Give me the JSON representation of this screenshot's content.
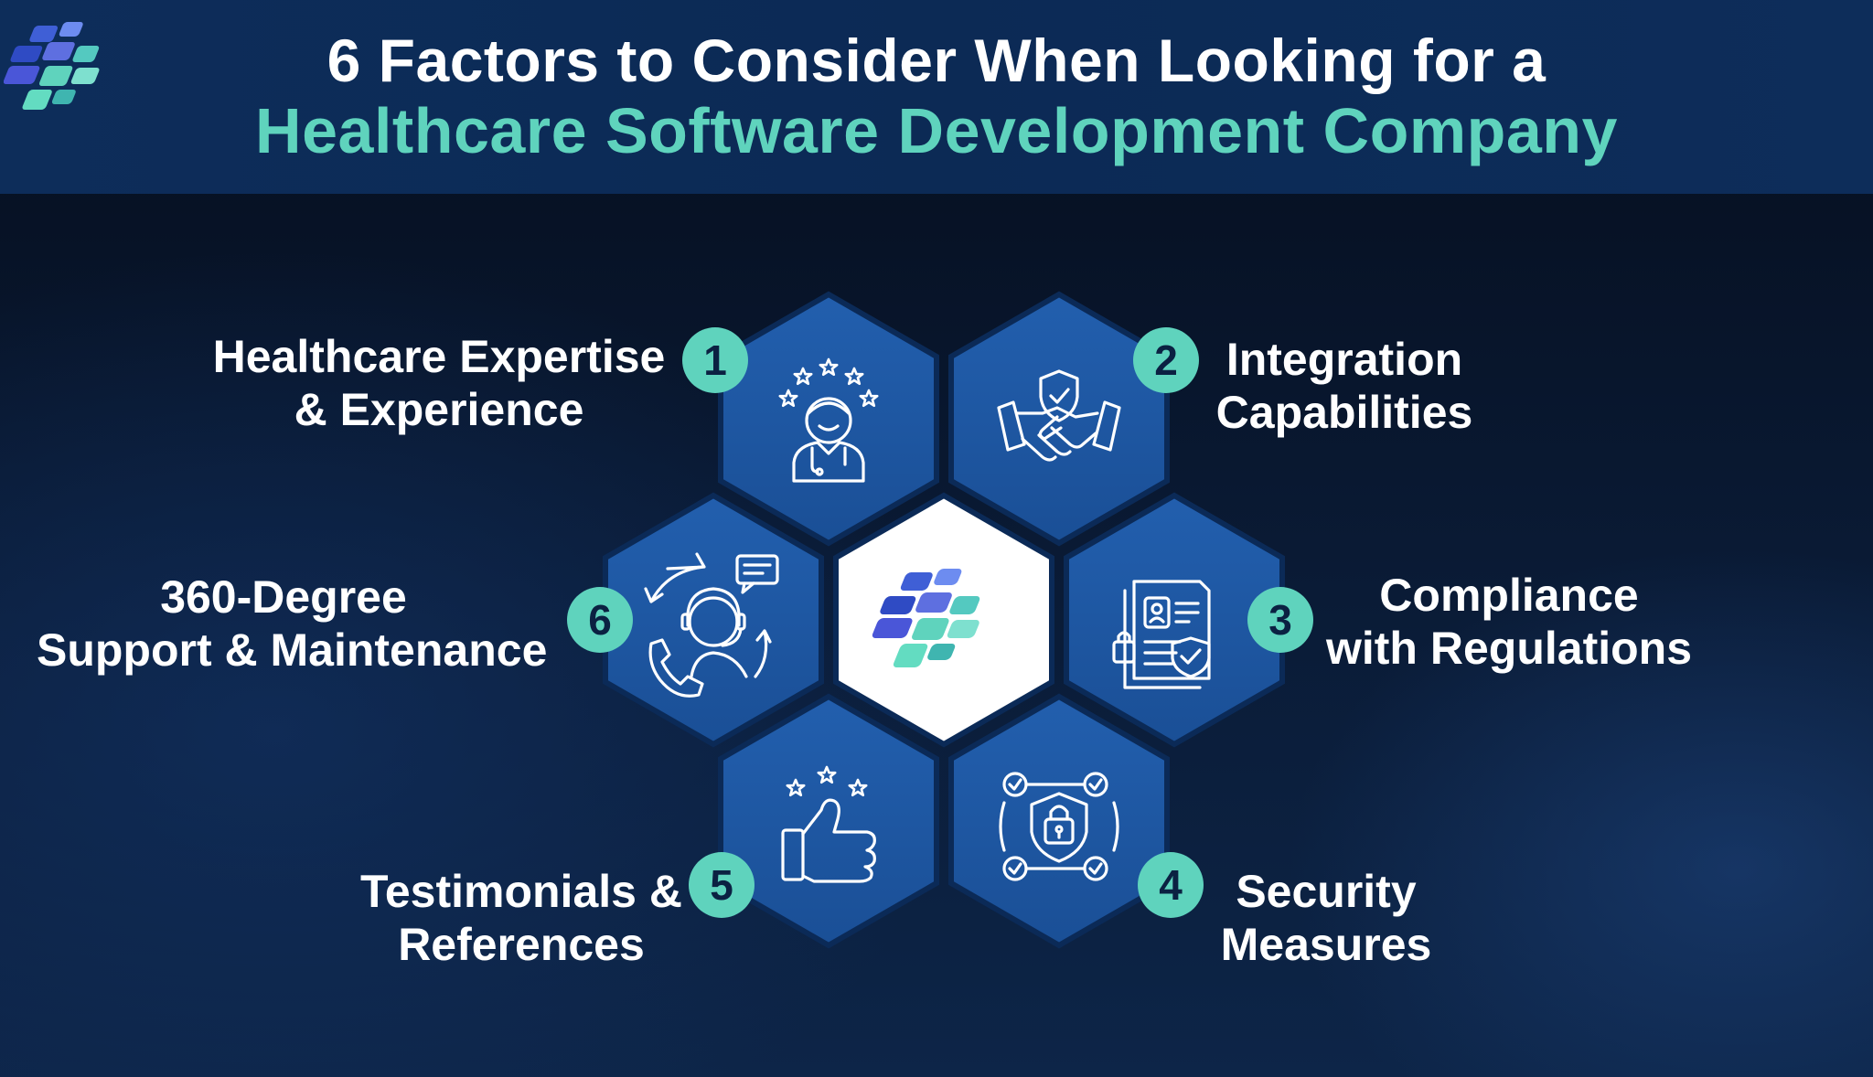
{
  "header": {
    "title_line1": "6 Factors to Consider When Looking for a",
    "title_line2": "Healthcare Software Development Company"
  },
  "colors": {
    "hex_fill": "#1f5aa6",
    "hex_edge": "#0b2a57",
    "badge": "#5fd3bd",
    "title_accent": "#5fd3bd",
    "center_hex": "#ffffff"
  },
  "factors": [
    {
      "number": "1",
      "line1": "Healthcare Expertise",
      "line2": "& Experience",
      "icon": "doctor-stars-icon"
    },
    {
      "number": "2",
      "line1": "Integration",
      "line2": "Capabilities",
      "icon": "handshake-shield-icon"
    },
    {
      "number": "3",
      "line1": "Compliance",
      "line2": "with Regulations",
      "icon": "document-lock-check-icon"
    },
    {
      "number": "4",
      "line1": "Security",
      "line2": "Measures",
      "icon": "padlock-shield-icon"
    },
    {
      "number": "5",
      "line1": "Testimonials &",
      "line2": "References",
      "icon": "thumbs-up-stars-icon"
    },
    {
      "number": "6",
      "line1": "360-Degree",
      "line2": "Support & Maintenance",
      "icon": "support-agent-icon"
    }
  ]
}
